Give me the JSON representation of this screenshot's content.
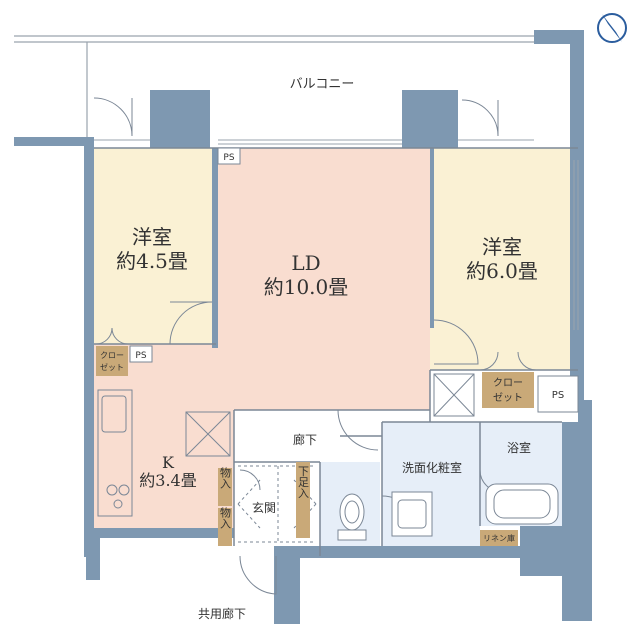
{
  "colors": {
    "wall": "#7e98b1",
    "beige": "#faf1d4",
    "pink": "#f9ddd0",
    "blue": "#e6eef8",
    "brown": "#c9a978",
    "line": "#7b8796"
  },
  "rooms": {
    "balcony": "バルコニー",
    "west_name": "洋室",
    "west_size": "約4.5畳",
    "ld_name": "LD",
    "ld_size": "約10.0畳",
    "east_name": "洋室",
    "east_size": "約6.0畳",
    "k_name": "K",
    "k_size": "約3.4畳",
    "hall": "廊下",
    "entrance": "玄関",
    "washroom": "洗面化粧室",
    "bath": "浴室",
    "common_corridor": "共用廊下"
  },
  "storage": {
    "closet_left_1": "クロー",
    "closet_left_2": "ゼット",
    "closet_right_1": "クロー",
    "closet_right_2": "ゼット",
    "storage_1": "物入",
    "storage_2": "物入",
    "shoe": "下足入",
    "linen": "リネン庫"
  },
  "ps": {
    "top": "PS",
    "left": "PS",
    "right": "PS"
  },
  "compass_icon": "north-arrow-icon"
}
